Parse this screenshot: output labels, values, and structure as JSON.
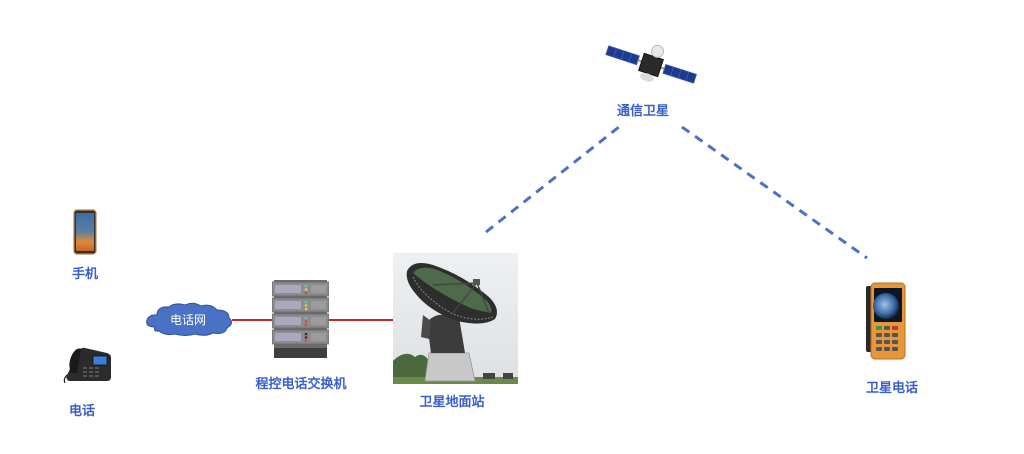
{
  "colors": {
    "label": "#3a5fcd",
    "dashed_link": "#4a72c4",
    "wired_link": "#c0282d",
    "cloud_fill": "#4a72c4",
    "cloud_stroke": "#2f4f9a",
    "cloud_text": "#ffffff"
  },
  "nodes": {
    "mobile_phone": {
      "label": "手机",
      "icon": "smartphone-icon"
    },
    "desk_phone": {
      "label": "电话",
      "icon": "desk-phone-icon"
    },
    "phone_network": {
      "label": "电话网",
      "icon": "cloud-icon"
    },
    "exchange": {
      "label": "程控电话交换机",
      "icon": "server-rack-icon"
    },
    "ground_station": {
      "label": "卫星地面站",
      "icon": "satellite-dish-icon"
    },
    "satellite": {
      "label": "通信卫星",
      "icon": "satellite-icon"
    },
    "satellite_phone": {
      "label": "卫星电话",
      "icon": "satellite-phone-icon"
    }
  },
  "links": [
    {
      "from": "phone_network",
      "to": "exchange",
      "style": "solid",
      "color": "#c0282d"
    },
    {
      "from": "exchange",
      "to": "ground_station",
      "style": "solid",
      "color": "#c0282d"
    },
    {
      "from": "ground_station",
      "to": "satellite",
      "style": "dashed",
      "color": "#4a72c4"
    },
    {
      "from": "satellite",
      "to": "satellite_phone",
      "style": "dashed",
      "color": "#4a72c4"
    }
  ]
}
